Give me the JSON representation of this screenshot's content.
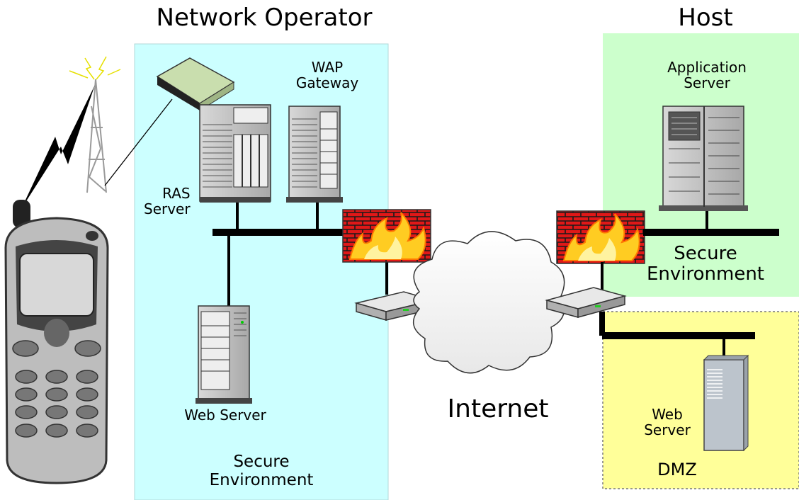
{
  "network_operator": {
    "title": "Network Operator",
    "ras_server": [
      "RAS",
      "Server"
    ],
    "wap_gateway": [
      "WAP",
      "Gateway"
    ],
    "web_server": "Web Server",
    "secure_env": [
      "Secure",
      "Environment"
    ]
  },
  "internet": {
    "label": "Internet"
  },
  "host": {
    "title": "Host",
    "app_server": [
      "Application",
      "Server"
    ],
    "secure_env": [
      "Secure",
      "Environment"
    ]
  },
  "dmz": {
    "web_server": [
      "Web",
      "Server"
    ],
    "label": "DMZ"
  },
  "colors": {
    "operator_zone": "#ccffff",
    "host_zone": "#ccffcc",
    "dmz_zone": "#ffff99",
    "firewall_brick": "#e02020",
    "server_gray": "#c8c8c8"
  }
}
